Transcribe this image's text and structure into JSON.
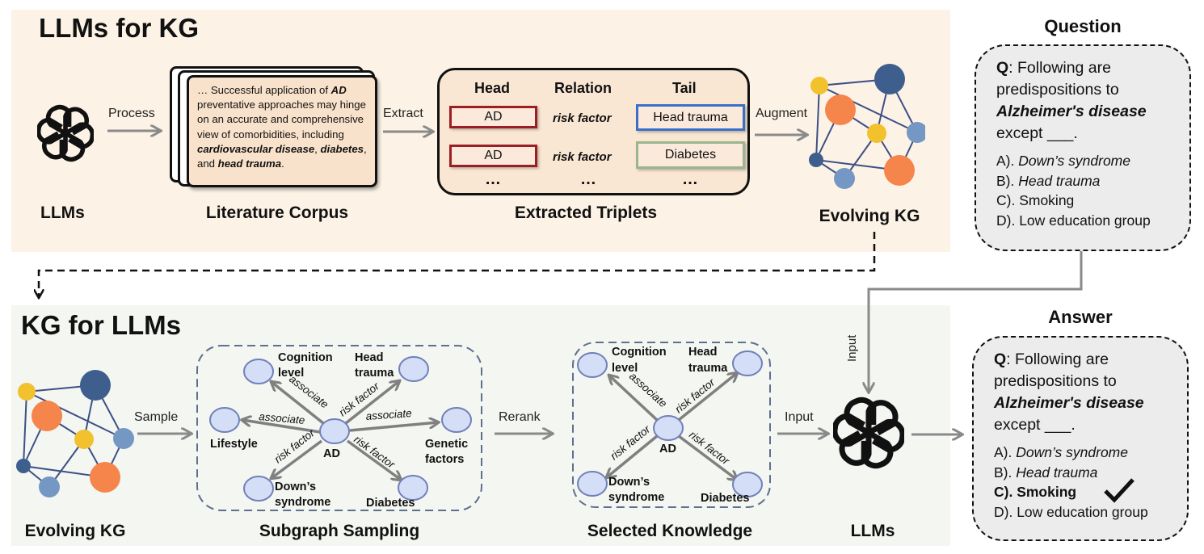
{
  "top_section": {
    "title": "LLMs for KG",
    "llm_label": "LLMs",
    "process_label": "Process",
    "corpus": {
      "caption": "Literature Corpus",
      "text_parts": [
        {
          "text": "… Successful application of ",
          "style": "normal"
        },
        {
          "text": "AD",
          "style": "bold-italic"
        },
        {
          "text": " preventative approaches may hinge on an accurate and comprehensive view of comorbidities, including ",
          "style": "normal"
        },
        {
          "text": "cardiovascular disease",
          "style": "bold-italic"
        },
        {
          "text": ", ",
          "style": "normal"
        },
        {
          "text": "diabetes",
          "style": "bold-italic"
        },
        {
          "text": ", and ",
          "style": "normal"
        },
        {
          "text": "head trauma",
          "style": "bold-italic"
        },
        {
          "text": ".",
          "style": "normal"
        }
      ]
    },
    "extract_label": "Extract",
    "triplets": {
      "caption": "Extracted Triplets",
      "headers": {
        "head": "Head",
        "relation": "Relation",
        "tail": "Tail"
      },
      "rows": [
        {
          "head": "AD",
          "relation": "risk factor",
          "tail": "Head trauma",
          "tail_color": "#3a6fc9"
        },
        {
          "head": "AD",
          "relation": "risk factor",
          "tail": "Diabetes",
          "tail_color": "#9bb58e"
        }
      ],
      "ellipsis": "…"
    },
    "augment_label": "Augment",
    "kg_caption": "Evolving KG"
  },
  "question_panel": {
    "title": "Question",
    "q_prefix": "Q",
    "q_text_1": ": Following are predispositions to",
    "q_emph": "Alzheimer's disease",
    "q_text_2": "except ___.",
    "options": [
      {
        "letter": "A). ",
        "text": "Down’s syndrome",
        "style": "italic"
      },
      {
        "letter": "B). ",
        "text": "Head trauma",
        "style": "italic"
      },
      {
        "letter": "C). ",
        "text": "Smoking",
        "style": "normal"
      },
      {
        "letter": "D). ",
        "text": "Low education group",
        "style": "normal"
      }
    ]
  },
  "bottom_section": {
    "title": "KG for LLMs",
    "kg_caption": "Evolving KG",
    "sample_label": "Sample",
    "subgraph": {
      "caption": "Subgraph Sampling",
      "center": "AD",
      "edges": [
        {
          "target": "Cognition level",
          "relation": "associate"
        },
        {
          "target": "Head trauma",
          "relation": "risk factor"
        },
        {
          "target": "Lifestyle",
          "relation": "associate"
        },
        {
          "target": "Genetic factors",
          "relation": "associate"
        },
        {
          "target": "Down’s syndrome",
          "relation": "risk factor"
        },
        {
          "target": "Diabetes",
          "relation": "risk factor"
        }
      ],
      "node_labels": {
        "cognition_1": "Cognition",
        "cognition_2": "level",
        "head_1": "Head",
        "head_2": "trauma",
        "lifestyle": "Lifestyle",
        "genetic_1": "Genetic",
        "genetic_2": "factors",
        "downs_1": "Down’s",
        "downs_2": "syndrome",
        "diabetes": "Diabetes"
      },
      "relations": {
        "associate": "associate",
        "risk": "risk factor"
      }
    },
    "rerank_label": "Rerank",
    "selected": {
      "caption": "Selected Knowledge",
      "center": "AD",
      "edges": [
        {
          "target": "Cognition level",
          "relation": "associate"
        },
        {
          "target": "Head trauma",
          "relation": "risk factor"
        },
        {
          "target": "Down’s syndrome",
          "relation": "risk factor"
        },
        {
          "target": "Diabetes",
          "relation": "risk factor"
        }
      ]
    },
    "input_label": "Input",
    "input_vertical_label": "Input",
    "llm_label": "LLMs"
  },
  "answer_panel": {
    "title": "Answer",
    "q_prefix": "Q",
    "q_text_1": ": Following are predispositions to",
    "q_emph": "Alzheimer's disease",
    "q_text_2": "except ___.",
    "options": [
      {
        "letter": "A). ",
        "text": "Down’s syndrome",
        "style": "italic"
      },
      {
        "letter": "B). ",
        "text": "Head trauma",
        "style": "italic"
      },
      {
        "letter": "C). ",
        "text": "Smoking",
        "style": "bold",
        "correct": true
      },
      {
        "letter": "D). ",
        "text": "Low education group",
        "style": "normal"
      }
    ],
    "check_icon": "check-mark"
  },
  "colors": {
    "top_bg": "#fcf3e6",
    "bottom_bg": "#f3f6f1",
    "arrow_gray": "#8a8a8a",
    "node_fill": "#d4def7",
    "node_stroke": "#7080b8",
    "kg_yellow": "#f2c12e",
    "kg_orange": "#f5854a",
    "kg_dark_blue": "#3e5f8e",
    "kg_light_blue": "#7597c4",
    "head_box": "#9b1e24"
  }
}
